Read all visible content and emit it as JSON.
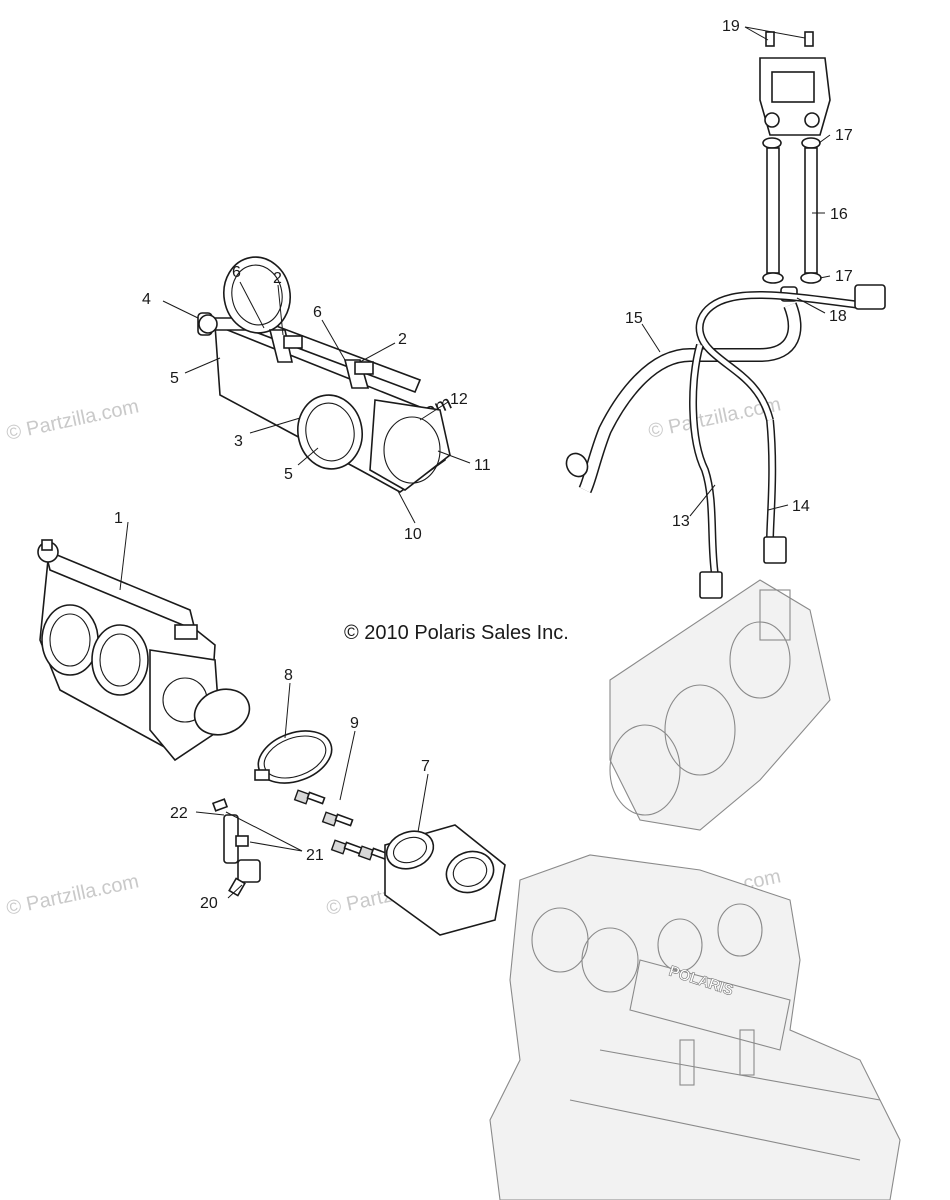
{
  "diagram": {
    "copyright": "© 2010 Polaris Sales Inc.",
    "watermark": "© Partzilla.com",
    "engine_logo": "POLARIS",
    "callouts": [
      "1",
      "2",
      "2",
      "3",
      "4",
      "5",
      "5",
      "6",
      "6",
      "7",
      "8",
      "9",
      "10",
      "11",
      "12",
      "13",
      "14",
      "15",
      "16",
      "17",
      "17",
      "18",
      "19",
      "20",
      "21",
      "22"
    ]
  }
}
